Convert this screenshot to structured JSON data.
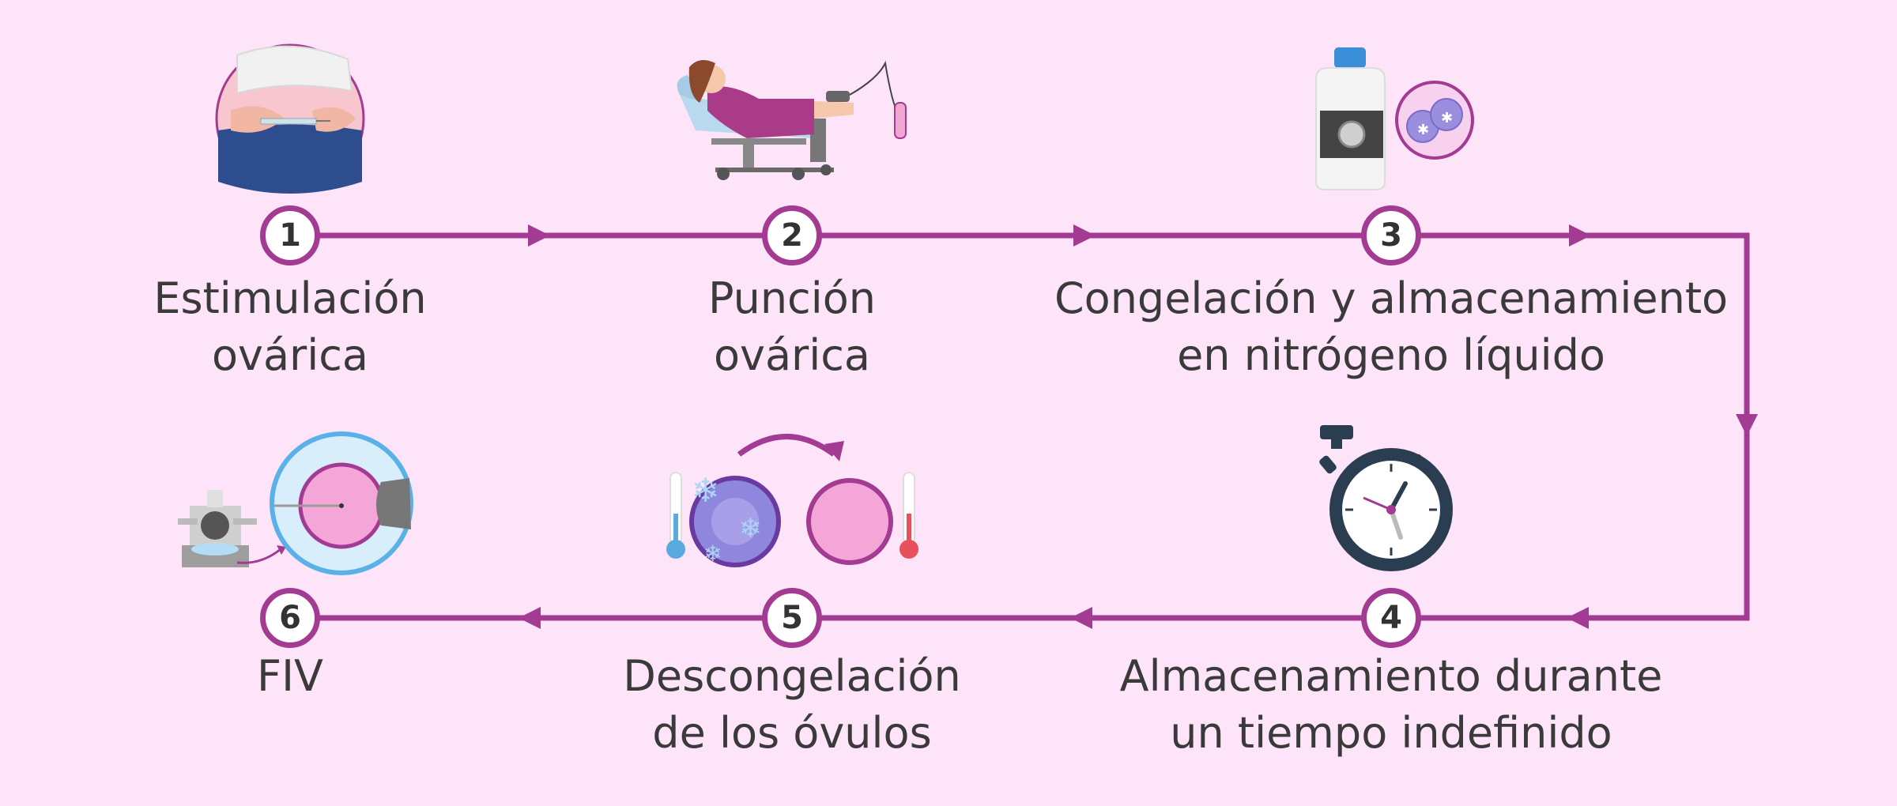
{
  "colors": {
    "background": "#fde4f9",
    "flow_line": "#a23b91",
    "badge_border": "#a23b91",
    "text": "#3a3a3a"
  },
  "steps": [
    {
      "number": "1",
      "line1": "Estimulación",
      "line2": "ovárica",
      "icon": "injection-abdomen-icon"
    },
    {
      "number": "2",
      "line1": "Punción",
      "line2": "ovárica",
      "icon": "patient-ultrasound-puncture-icon"
    },
    {
      "number": "3",
      "line1": "Congelación y almacenamiento",
      "line2": "en nitrógeno líquido",
      "icon": "nitrogen-tank-frozen-eggs-icon"
    },
    {
      "number": "4",
      "line1": "Almacenamiento durante",
      "line2": "un tiempo indefinido",
      "icon": "stopwatch-icon"
    },
    {
      "number": "5",
      "line1": "Descongelación",
      "line2": "de los óvulos",
      "icon": "thawing-egg-icon"
    },
    {
      "number": "6",
      "line1": "FIV",
      "line2": "",
      "icon": "microscope-ivf-icon"
    }
  ]
}
